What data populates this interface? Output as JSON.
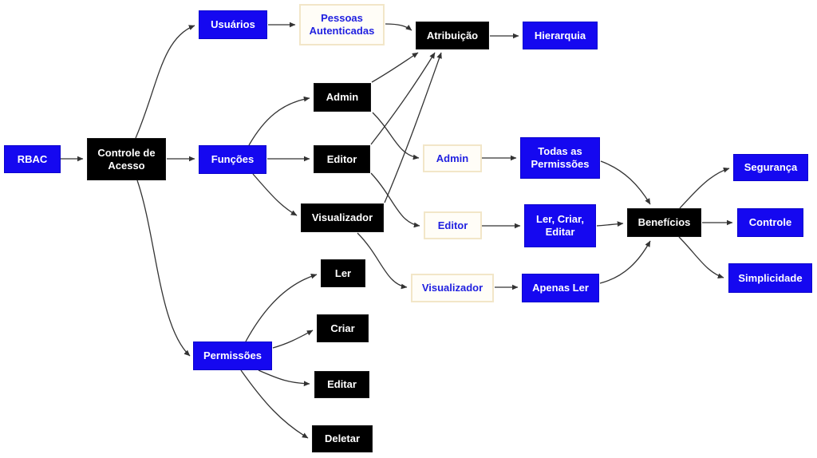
{
  "diagram": {
    "colors": {
      "blue_node_fill": "#1508f0",
      "blue_node_text": "#ffffff",
      "blue_node_border": "#0c03cc",
      "black_node_fill": "#000000",
      "black_node_text": "#ffffff",
      "white_node_fill": "#fffdf7",
      "white_node_border": "#f2e6c8",
      "white_node_text": "#2121e0",
      "edge": "#333333",
      "background": "#ffffff"
    },
    "nodes": {
      "rbac": {
        "label": "RBAC",
        "type": "blue"
      },
      "controle_acesso": {
        "label": "Controle de Acesso",
        "type": "black"
      },
      "usuarios": {
        "label": "Usuários",
        "type": "blue"
      },
      "pessoas_autenticadas": {
        "label": "Pessoas Autenticadas",
        "type": "white"
      },
      "atribuicao": {
        "label": "Atribuição",
        "type": "black"
      },
      "hierarquia": {
        "label": "Hierarquia",
        "type": "blue"
      },
      "funcoes": {
        "label": "Funções",
        "type": "blue"
      },
      "admin_role": {
        "label": "Admin",
        "type": "black"
      },
      "editor_role": {
        "label": "Editor",
        "type": "black"
      },
      "visualizador_role": {
        "label": "Visualizador",
        "type": "black"
      },
      "admin_ref": {
        "label": "Admin",
        "type": "white"
      },
      "editor_ref": {
        "label": "Editor",
        "type": "white"
      },
      "visualizador_ref": {
        "label": "Visualizador",
        "type": "white"
      },
      "todas_permissoes": {
        "label": "Todas as Permissões",
        "type": "blue"
      },
      "ler_criar_editar": {
        "label": "Ler, Criar, Editar",
        "type": "blue"
      },
      "apenas_ler": {
        "label": "Apenas Ler",
        "type": "blue"
      },
      "beneficios": {
        "label": "Benefícios",
        "type": "black"
      },
      "seguranca": {
        "label": "Segurança",
        "type": "blue"
      },
      "controle": {
        "label": "Controle",
        "type": "blue"
      },
      "simplicidade": {
        "label": "Simplicidade",
        "type": "blue"
      },
      "permissoes": {
        "label": "Permissões",
        "type": "blue"
      },
      "ler": {
        "label": "Ler",
        "type": "black"
      },
      "criar": {
        "label": "Criar",
        "type": "black"
      },
      "editar": {
        "label": "Editar",
        "type": "black"
      },
      "deletar": {
        "label": "Deletar",
        "type": "black"
      }
    },
    "edges": [
      {
        "from": "rbac",
        "to": "controle_acesso"
      },
      {
        "from": "controle_acesso",
        "to": "usuarios"
      },
      {
        "from": "controle_acesso",
        "to": "funcoes"
      },
      {
        "from": "controle_acesso",
        "to": "permissoes"
      },
      {
        "from": "usuarios",
        "to": "pessoas_autenticadas"
      },
      {
        "from": "pessoas_autenticadas",
        "to": "atribuicao"
      },
      {
        "from": "atribuicao",
        "to": "hierarquia"
      },
      {
        "from": "funcoes",
        "to": "admin_role"
      },
      {
        "from": "funcoes",
        "to": "editor_role"
      },
      {
        "from": "funcoes",
        "to": "visualizador_role"
      },
      {
        "from": "admin_role",
        "to": "atribuicao"
      },
      {
        "from": "editor_role",
        "to": "atribuicao"
      },
      {
        "from": "visualizador_role",
        "to": "atribuicao"
      },
      {
        "from": "admin_role",
        "to": "admin_ref"
      },
      {
        "from": "editor_role",
        "to": "editor_ref"
      },
      {
        "from": "visualizador_role",
        "to": "visualizador_ref"
      },
      {
        "from": "admin_ref",
        "to": "todas_permissoes"
      },
      {
        "from": "editor_ref",
        "to": "ler_criar_editar"
      },
      {
        "from": "visualizador_ref",
        "to": "apenas_ler"
      },
      {
        "from": "todas_permissoes",
        "to": "beneficios"
      },
      {
        "from": "ler_criar_editar",
        "to": "beneficios"
      },
      {
        "from": "apenas_ler",
        "to": "beneficios"
      },
      {
        "from": "beneficios",
        "to": "seguranca"
      },
      {
        "from": "beneficios",
        "to": "controle"
      },
      {
        "from": "beneficios",
        "to": "simplicidade"
      },
      {
        "from": "permissoes",
        "to": "ler"
      },
      {
        "from": "permissoes",
        "to": "criar"
      },
      {
        "from": "permissoes",
        "to": "editar"
      },
      {
        "from": "permissoes",
        "to": "deletar"
      }
    ]
  }
}
